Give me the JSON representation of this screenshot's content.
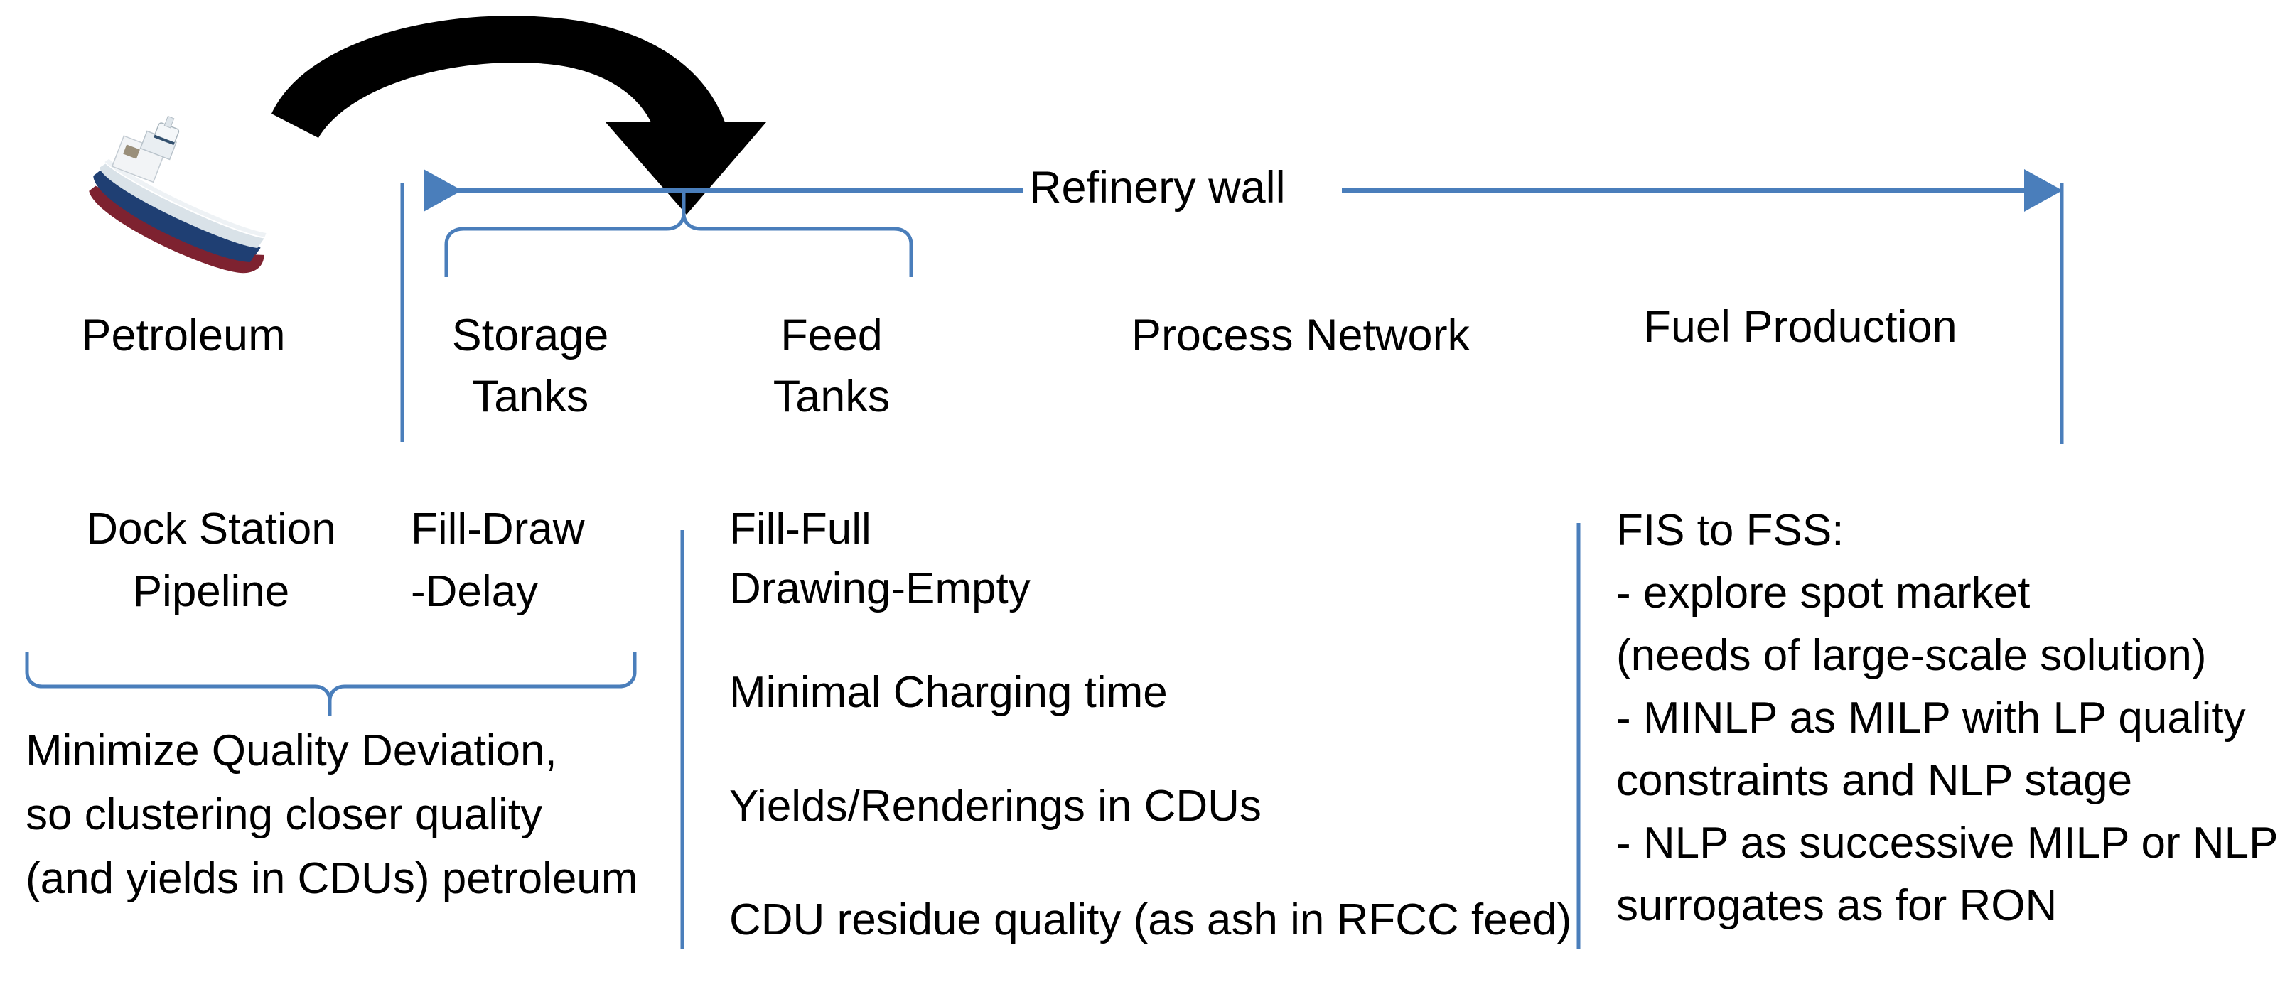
{
  "theme": {
    "accent_blue": "#4a7ebb",
    "arrow_black": "#000000",
    "text_black": "#000000",
    "background": "#ffffff"
  },
  "top_row": {
    "refinery_wall_label": "Refinery wall",
    "stages": [
      {
        "id": "petroleum",
        "label": "Petroleum"
      },
      {
        "id": "storage-tanks",
        "label_line1": "Storage",
        "label_line2": "Tanks"
      },
      {
        "id": "feed-tanks",
        "label_line1": "Feed",
        "label_line2": "Tanks"
      },
      {
        "id": "process-network",
        "label": "Process Network"
      },
      {
        "id": "fuel-production",
        "label": "Fuel Production"
      }
    ]
  },
  "bottom": {
    "left_column": {
      "headers": [
        {
          "id": "dock-station-pipeline",
          "line1": "Dock Station",
          "line2": "Pipeline"
        },
        {
          "id": "fill-draw-delay",
          "line1": "Fill-Draw",
          "line2": "-Delay"
        }
      ],
      "note_lines": [
        "Minimize Quality Deviation,",
        "so clustering closer quality",
        "(and yields in CDUs) petroleum"
      ]
    },
    "middle_column": {
      "items": [
        "Fill-Full",
        "Drawing-Empty",
        "Minimal Charging time",
        "Yields/Renderings in CDUs",
        "CDU residue quality (as ash in RFCC feed)"
      ]
    },
    "right_column": {
      "lines": [
        "FIS to FSS:",
        "- explore spot market",
        "(needs of large-scale solution)",
        "- MINLP as MILP with LP quality",
        "constraints and NLP stage",
        "- NLP as successive MILP or NLP",
        "surrogates as for RON"
      ]
    }
  },
  "icons": {
    "tanker_ship": "tanker-ship-icon",
    "curved_arrow": "curved-down-arrow-icon",
    "double_arrow": "double-headed-arrow-icon",
    "brace_up": "curly-brace-up-icon",
    "brace_down": "curly-brace-down-icon"
  }
}
